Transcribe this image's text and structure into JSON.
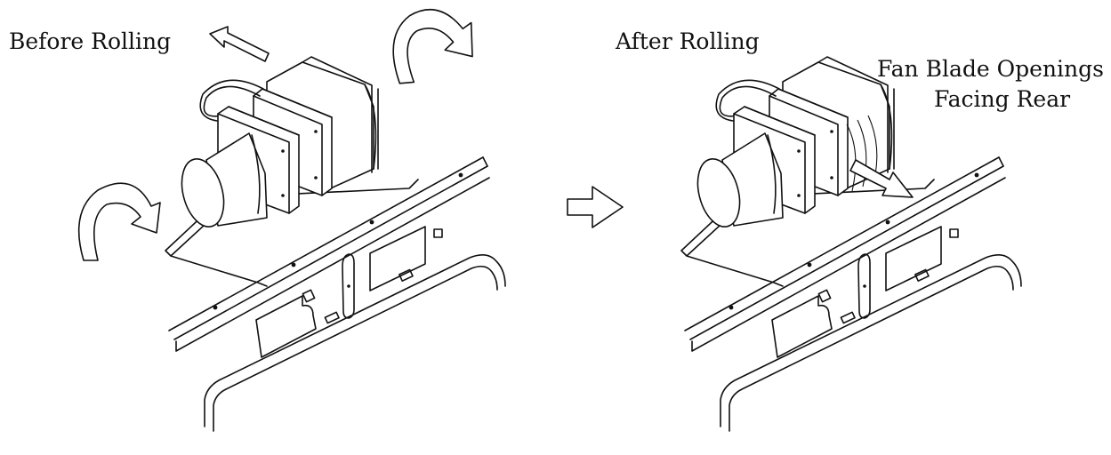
{
  "figure": {
    "left_panel": {
      "label": "Before Rolling"
    },
    "right_panel": {
      "label": "After Rolling"
    },
    "callout": {
      "line1": "Fan Blade Openings",
      "line2": "Facing Rear"
    },
    "transition_arrow_icon": "right-hollow-arrow-icon",
    "ink_color": "#111111",
    "background_color": "#ffffff"
  }
}
